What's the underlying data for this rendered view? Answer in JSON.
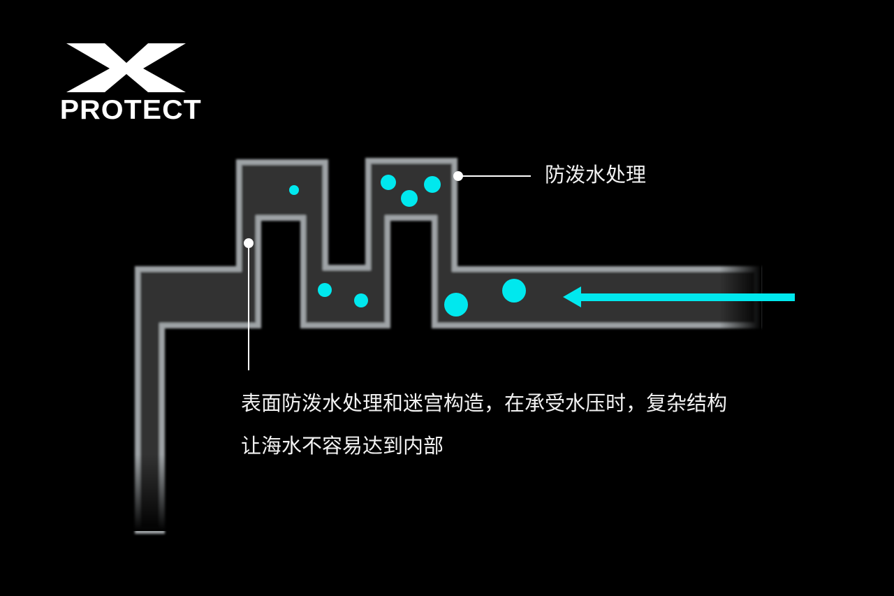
{
  "logo": {
    "mark": "X",
    "word": "PROTECT"
  },
  "callouts": {
    "top_label": "防泼水处理",
    "body_line1": "表面防泼水处理和迷宫构造，在承受水压时，复杂结构",
    "body_line2": "让海水不容易达到内部"
  },
  "colors": {
    "background": "#000000",
    "channel": "#333333",
    "wall": "#9ea3a6",
    "water": "#00e8ee",
    "text": "#f2f2f2"
  },
  "icons": {
    "arrow": "arrow-left-icon",
    "droplet": "water-droplet-icon"
  }
}
